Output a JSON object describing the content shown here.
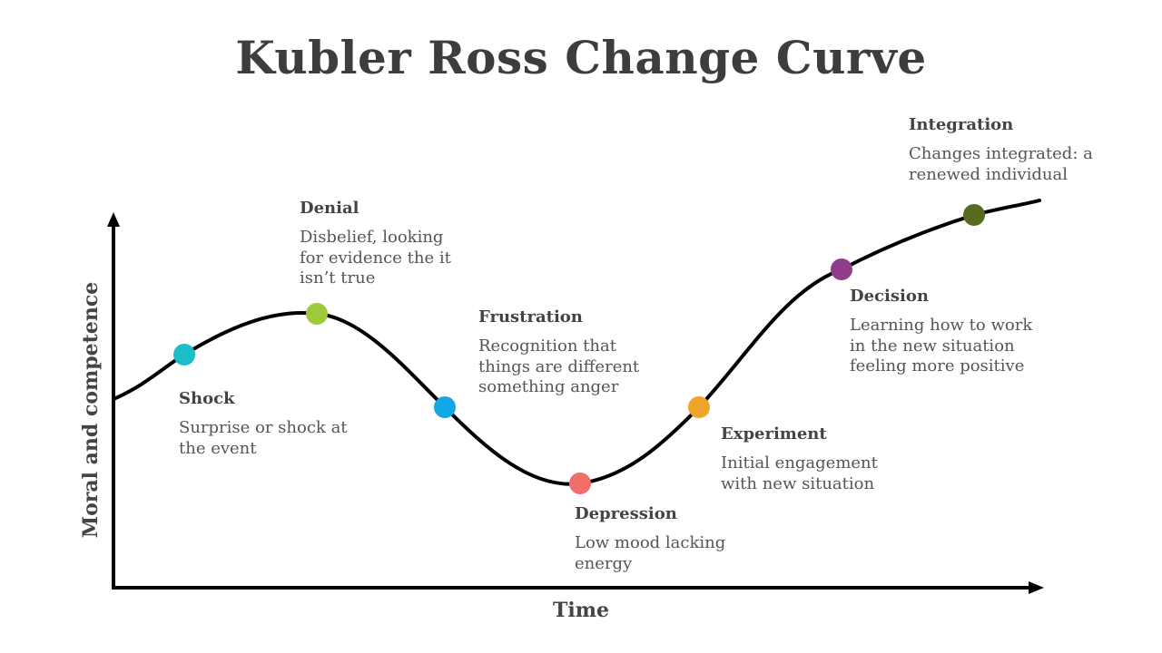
{
  "title": "Kubler Ross Change Curve",
  "x_axis_label": "Time",
  "y_axis_label": "Moral and competence",
  "colors": {
    "curve": "#000000",
    "shock": "#1bbdc7",
    "denial": "#9dc93b",
    "frustration": "#12a8e6",
    "depression": "#f26e6b",
    "experiment": "#eea428",
    "decision": "#8f3f8a",
    "integration": "#566b1e"
  },
  "stages": [
    {
      "key": "shock",
      "name": "Shock",
      "desc": [
        "Surprise or shock at",
        "the event"
      ]
    },
    {
      "key": "denial",
      "name": "Denial",
      "desc": [
        "Disbelief, looking",
        "for evidence the it",
        "isn’t true"
      ]
    },
    {
      "key": "frustration",
      "name": "Frustration",
      "desc": [
        "Recognition that",
        "things are different",
        "something anger"
      ]
    },
    {
      "key": "depression",
      "name": "Depression",
      "desc": [
        "Low mood lacking",
        "energy"
      ]
    },
    {
      "key": "experiment",
      "name": "Experiment",
      "desc": [
        "Initial engagement",
        "with new situation"
      ]
    },
    {
      "key": "decision",
      "name": "Decision",
      "desc": [
        "Learning how to  work",
        "in the new situation",
        "feeling more positive"
      ]
    },
    {
      "key": "integration",
      "name": "Integration",
      "desc": [
        "Changes integrated: a",
        "renewed individual"
      ]
    }
  ]
}
